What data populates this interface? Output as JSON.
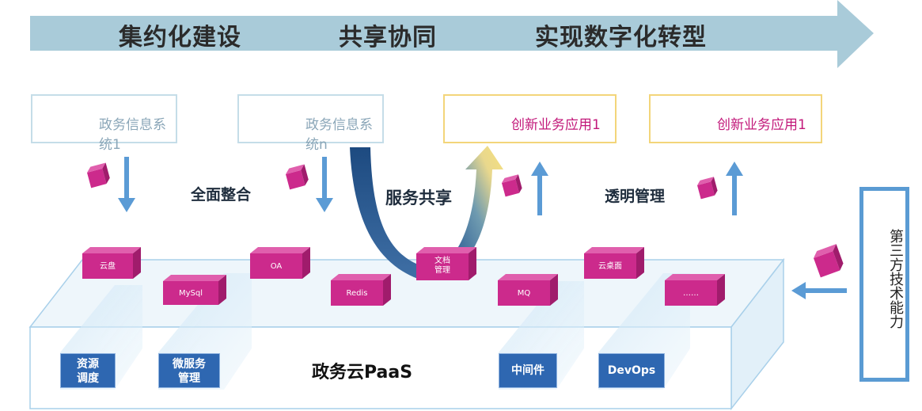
{
  "banner": {
    "phrase1": "集约化建设",
    "phrase2": "共享协同",
    "phrase3": "实现数字化转型"
  },
  "systems": [
    {
      "label": "政务信息系统1"
    },
    {
      "label": "政务信息系统n"
    },
    {
      "label": "创新业务应用1"
    },
    {
      "label": "创新业务应用1"
    }
  ],
  "flows": {
    "integrate": "全面整合",
    "share": "服务共享",
    "transparent": "透明管理"
  },
  "services": [
    {
      "label": "云盘"
    },
    {
      "label": "MySql"
    },
    {
      "label": "OA"
    },
    {
      "label": "Redis"
    },
    {
      "label": "文档\n管理"
    },
    {
      "label": "MQ"
    },
    {
      "label": "云桌面"
    },
    {
      "label": "……"
    }
  ],
  "platform": {
    "title": "政务云PaaS"
  },
  "modules": [
    {
      "label": "资源\n调度"
    },
    {
      "label": "微服务\n管理"
    },
    {
      "label": "中间件"
    },
    {
      "label": "DevOps"
    }
  ],
  "third_party": {
    "label": "第三方技术能力"
  },
  "colors": {
    "banner": "#a9cbd9",
    "cube_magenta": "#cc2a8c",
    "cube_blue": "#5b9bd5",
    "arrow_blue": "#5b9bd5",
    "module_blue": "#2e67b1"
  }
}
